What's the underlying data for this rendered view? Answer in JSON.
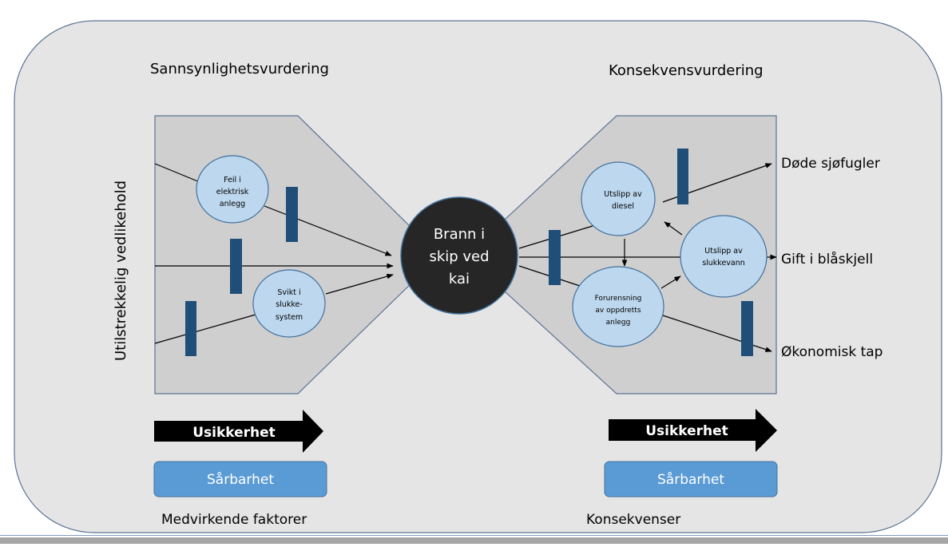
{
  "diagram": {
    "type": "bowtie",
    "titles": {
      "left": "Sannsynlighetsvurdering",
      "right": "Konsekvensvurdering"
    },
    "vertical_label": "Utilstrekkelig vedlikehold",
    "top_event": {
      "lines": [
        "Brann i",
        "skip ved",
        "kai"
      ]
    },
    "causes": [
      {
        "id": "feil-elektrisk",
        "lines": [
          "Feil i",
          "elektrisk",
          "anlegg"
        ]
      },
      {
        "id": "svikt-slukke",
        "lines": [
          "Svikt i",
          "slukke-",
          "system"
        ]
      }
    ],
    "intermediate_consequences": [
      {
        "id": "utslipp-diesel",
        "lines": [
          "Utslipp av",
          "diesel"
        ]
      },
      {
        "id": "utslipp-slukkevann",
        "lines": [
          "Utslipp av",
          "slukkevann"
        ]
      },
      {
        "id": "forurensning",
        "lines": [
          "Forurensning",
          "av oppdretts",
          "anlegg"
        ]
      }
    ],
    "outcomes": [
      "Døde sjøfugler",
      "Gift i blåskjell",
      "Økonomisk tap"
    ],
    "uncertainty_left": "Usikkerhet",
    "uncertainty_right": "Usikkerhet",
    "vulnerability_left": "Sårbarhet",
    "vulnerability_right": "Sårbarhet",
    "footer_left": "Medvirkende faktorer",
    "footer_right": "Konsekvenser",
    "colors": {
      "background": "#e6e5e6",
      "panel": "#d0cfd0",
      "border": "#5a7394",
      "node_fill": "#bdd7ee",
      "node_stroke": "#41719c",
      "barrier": "#1f4e79",
      "top_event": "#262626",
      "vulnerability": "#5b9bd5",
      "arrow_fill": "#000000"
    }
  }
}
